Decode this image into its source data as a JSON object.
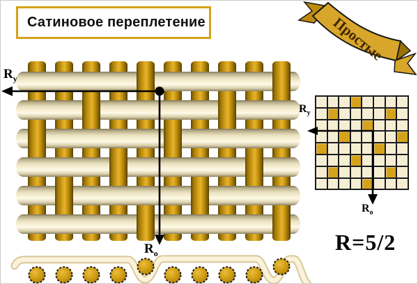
{
  "title": "Сатиновое переплетение",
  "banner": {
    "label": "Простые"
  },
  "formula": "R=5/2",
  "markers": {
    "weft_repeat": {
      "base": "R",
      "sub": "y"
    },
    "warp_repeat": {
      "base": "R",
      "sub": "о"
    }
  },
  "weave": {
    "warp_count": 10,
    "weft_count": 6,
    "up_warps_by_weft_row": [
      [
        5,
        10
      ],
      [
        3,
        8
      ],
      [
        1,
        6
      ],
      [
        4,
        9
      ],
      [
        2,
        7
      ],
      [
        5,
        10
      ]
    ]
  },
  "pattern_grid": {
    "rows": 8,
    "cols": 8,
    "filled_cells": [
      [
        1,
        4
      ],
      [
        2,
        2
      ],
      [
        2,
        7
      ],
      [
        3,
        5
      ],
      [
        4,
        3
      ],
      [
        4,
        8
      ],
      [
        5,
        1
      ],
      [
        5,
        6
      ],
      [
        6,
        4
      ],
      [
        7,
        2
      ],
      [
        7,
        7
      ],
      [
        8,
        5
      ]
    ],
    "fill_color": "#d5a21b",
    "empty_color": "#f6eed2"
  },
  "cross_section": {
    "warp_circles": 10,
    "raised_circles": [
      5,
      10
    ]
  },
  "colors": {
    "gold": "#d5a21b",
    "cream": "#f8f1d6",
    "ink": "#000000"
  }
}
